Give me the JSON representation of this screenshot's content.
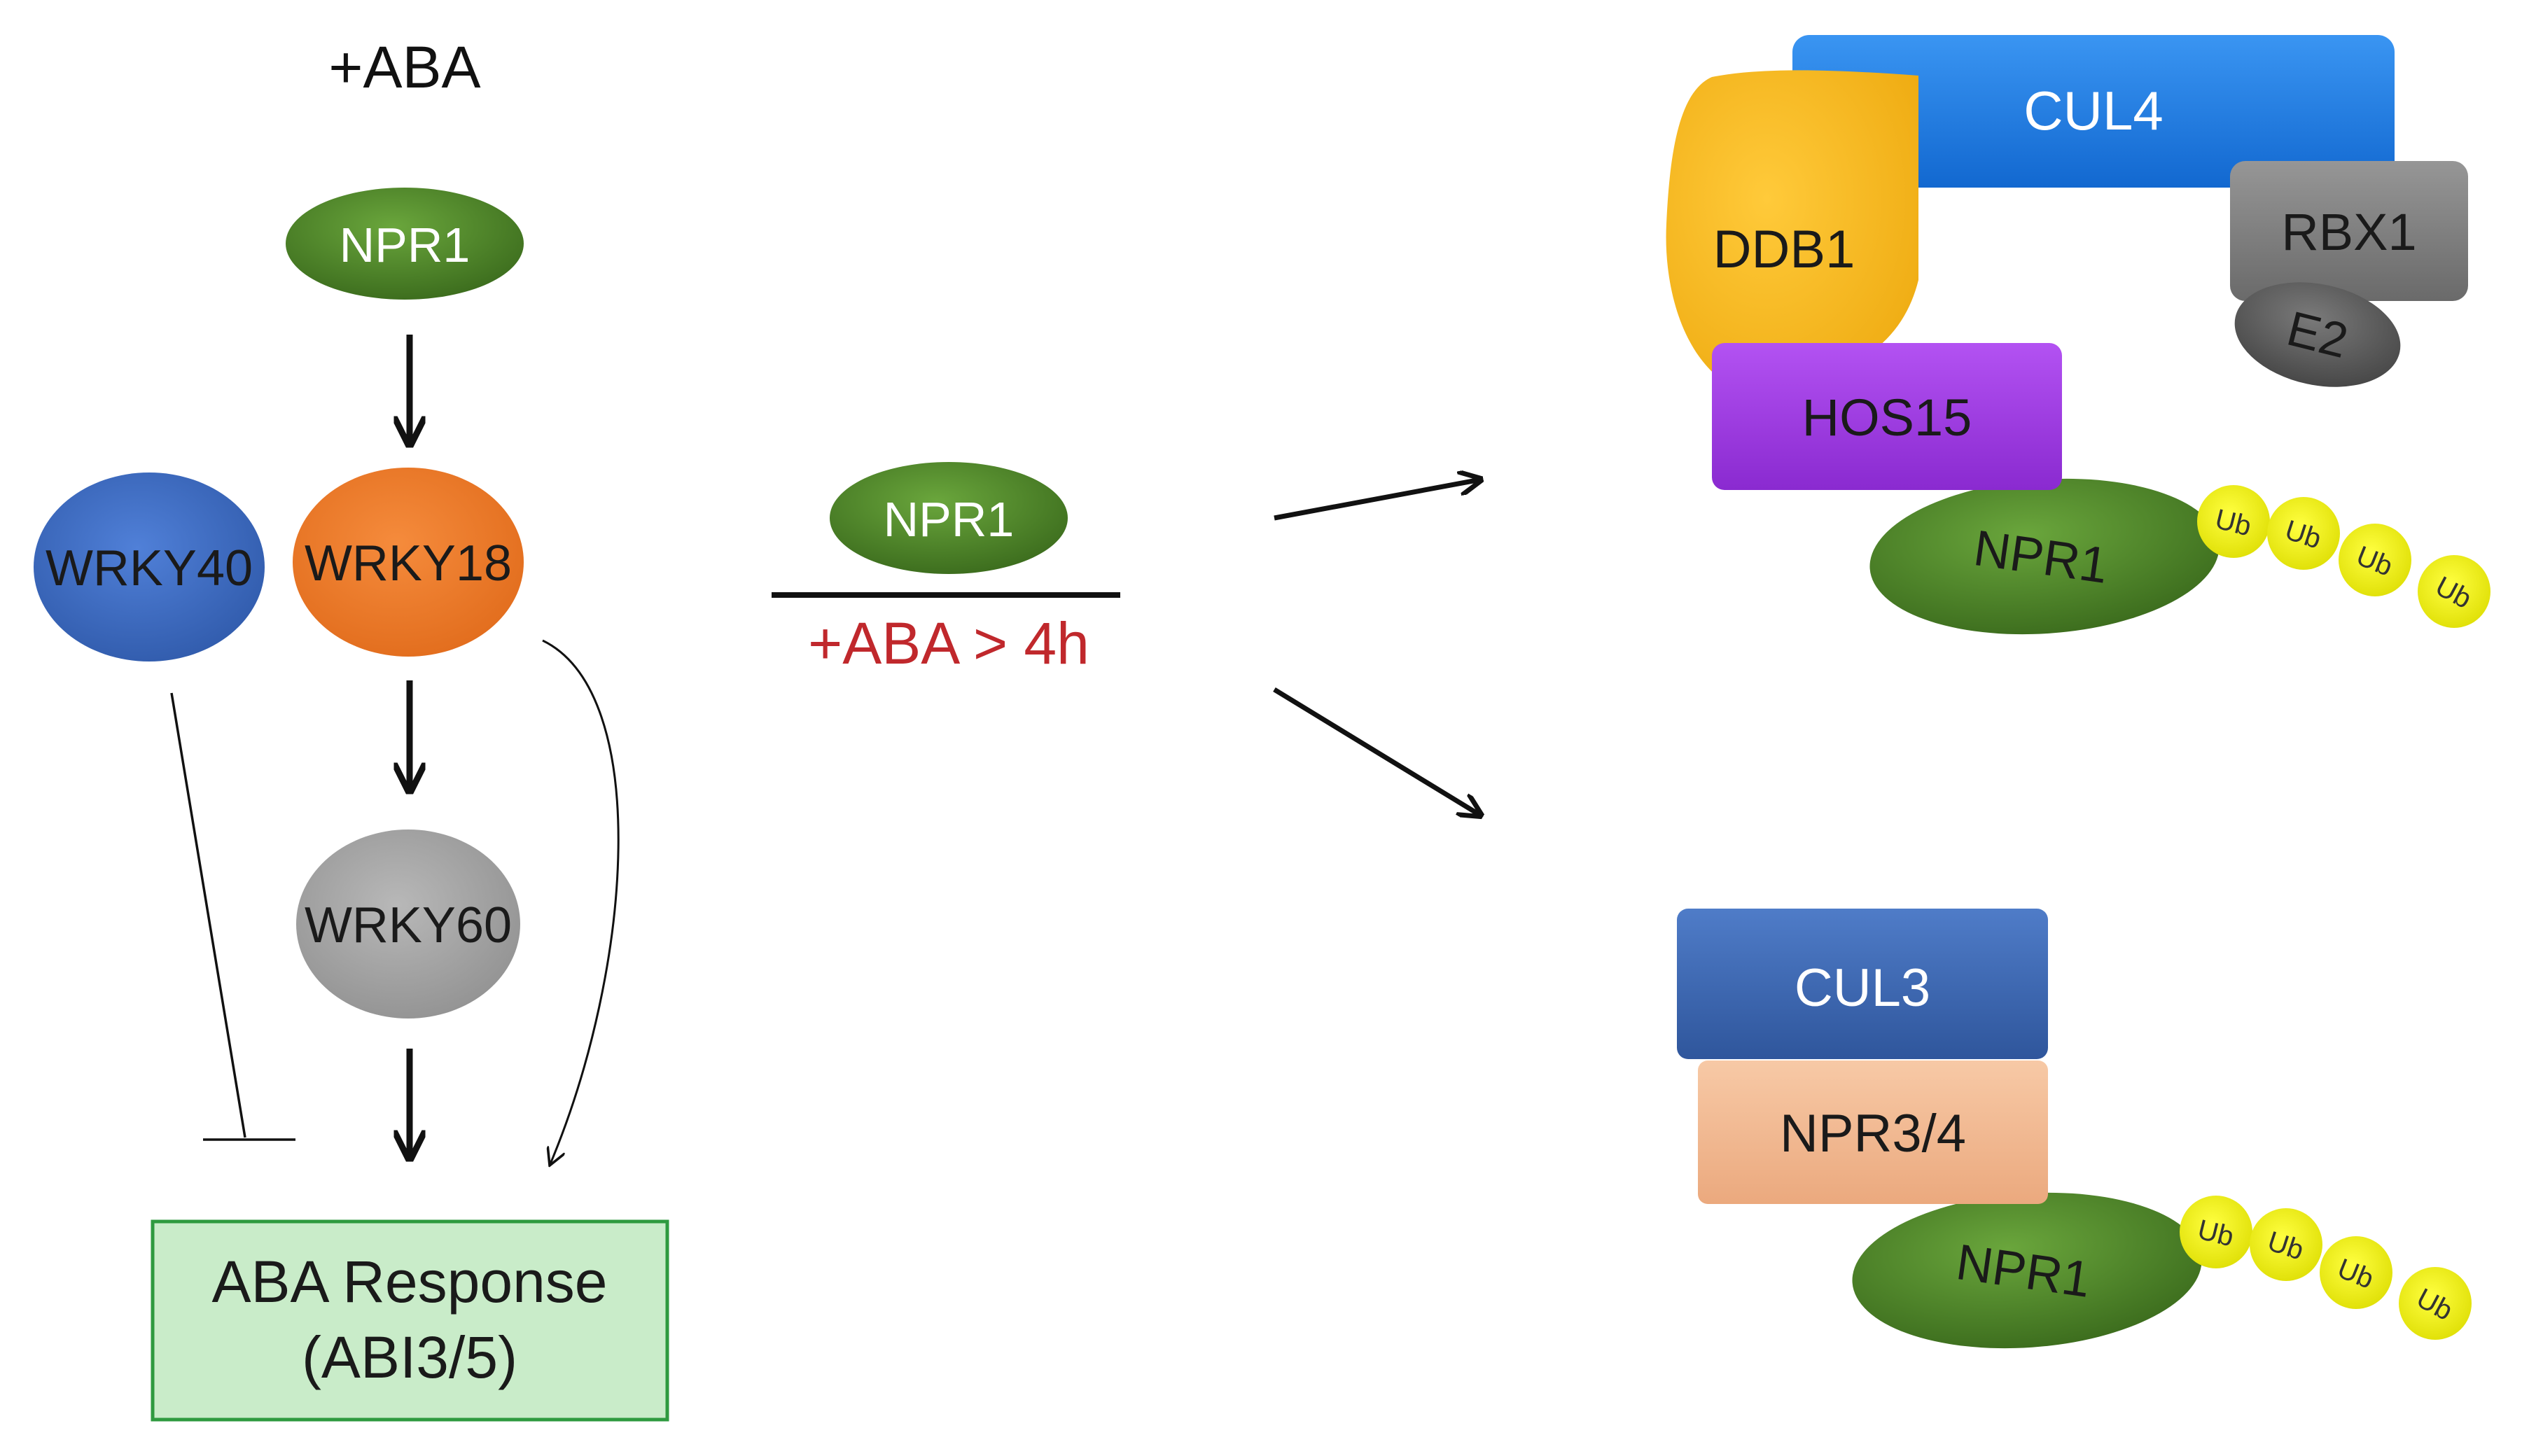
{
  "left_pathway": {
    "treatment_label": "+ABA",
    "npr1": "NPR1",
    "wrky40": "WRKY40",
    "wrky18": "WRKY18",
    "wrky60": "WRKY60",
    "response_line1": "ABA Response",
    "response_line2": "(ABI3/5)"
  },
  "center": {
    "npr1": "NPR1",
    "condition": "+ABA > 4h"
  },
  "cul4_complex": {
    "cul4": "CUL4",
    "ddb1": "DDB1",
    "rbx1": "RBX1",
    "e2": "E2",
    "hos15": "HOS15",
    "npr1": "NPR1",
    "ub": [
      "Ub",
      "Ub",
      "Ub",
      "Ub"
    ]
  },
  "cul3_complex": {
    "cul3": "CUL3",
    "npr34": "NPR3/4",
    "npr1": "NPR1",
    "ub": [
      "Ub",
      "Ub",
      "Ub",
      "Ub"
    ]
  },
  "colors": {
    "npr1_green": "#4f8a2a",
    "wrky40_blue": "#3f6fc7",
    "wrky18_orange": "#ee7a2a",
    "wrky60_gray": "#a9a9a9",
    "response_fill": "#c9ecc9",
    "response_border": "#2e9a3f",
    "condition_red": "#c0282c",
    "cul4_blue": "#1a7ee8",
    "ddb1_yellow": "#f6b81e",
    "rbx1_gray": "#7f7f7f",
    "e2_gray": "#5f5f5f",
    "hos15_purple": "#a23ee6",
    "ub_yellow": "#f2f200",
    "cul3_blue": "#3b68b5",
    "npr34_peach": "#f3bb94"
  }
}
